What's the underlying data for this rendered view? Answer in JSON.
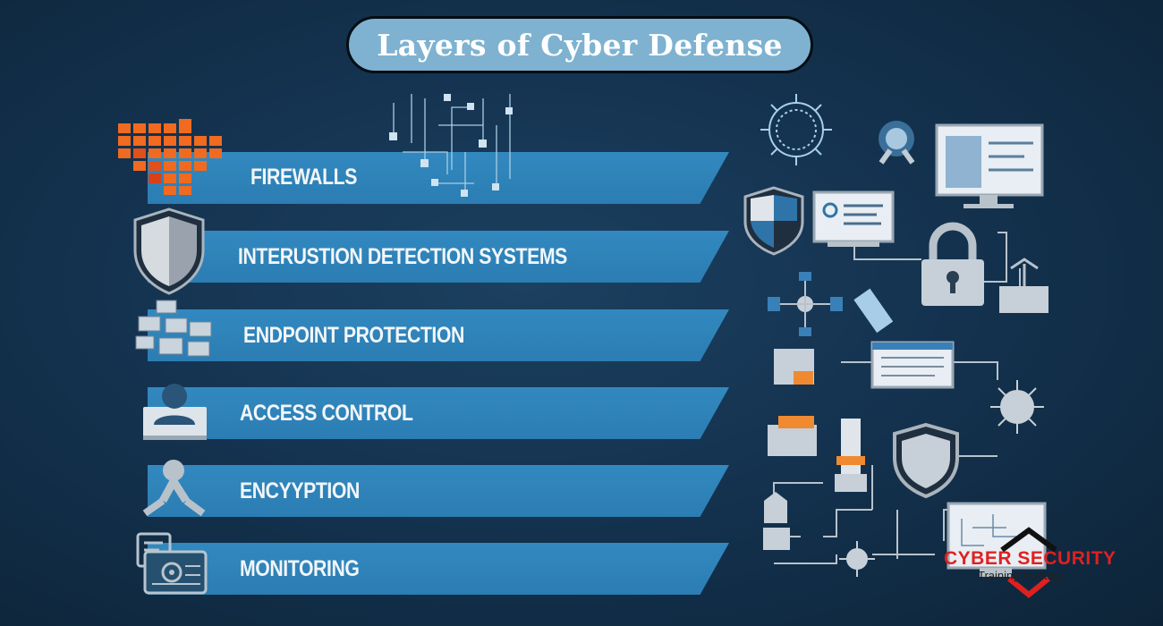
{
  "title": "Layers of Cyber Defense",
  "layers": [
    {
      "label": "FIREWALLS",
      "icon": "firewall-icon"
    },
    {
      "label": "INTERUSTION DETECTION SYSTEMS",
      "icon": "shield-icon"
    },
    {
      "label": "ENDPOINT PROTECTION",
      "icon": "endpoint-devices-icon"
    },
    {
      "label": "ACCESS CONTROL",
      "icon": "user-access-icon"
    },
    {
      "label": "ENCYYPTION",
      "icon": "encryption-node-icon"
    },
    {
      "label": "MONITORING",
      "icon": "monitoring-dashboard-icon"
    }
  ],
  "logo": {
    "main": "CYBER SECURITY",
    "sub": "Training Institute"
  },
  "colors": {
    "background": "#143350",
    "band": "#2e84bb",
    "title_pill": "#7eb2d0",
    "firewall": "#f06a20",
    "logo_red": "#e02020"
  }
}
